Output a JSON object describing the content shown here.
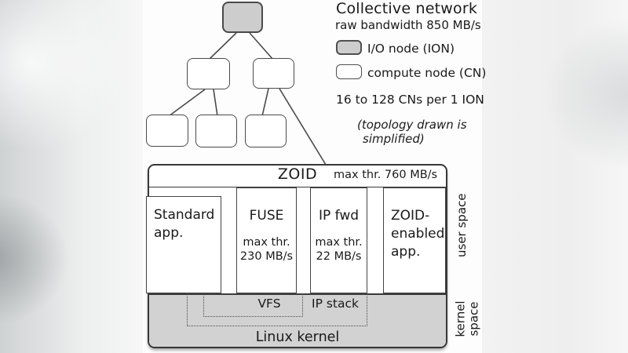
{
  "title_block": {
    "title": "Collective network",
    "subtitle": "raw bandwidth 850 MB/s"
  },
  "legend": {
    "ion_label": "I/O node (ION)",
    "cn_label": "compute node (CN)",
    "ratio_note": "16 to 128 CNs per 1 ION",
    "topology_note_line1": "(topology drawn is",
    "topology_note_line2": "simplified)"
  },
  "stack": {
    "zoid_label": "ZOID",
    "zoid_throughput": "max thr. 760 MB/s",
    "boxes": [
      {
        "name": "standard-app",
        "lines": [
          "Standard",
          "app."
        ],
        "sub": []
      },
      {
        "name": "fuse",
        "lines": [
          "FUSE"
        ],
        "sub": [
          "max thr.",
          "230 MB/s"
        ]
      },
      {
        "name": "ip-forward",
        "lines": [
          "IP fwd"
        ],
        "sub": [
          "max thr.",
          "22 MB/s"
        ]
      },
      {
        "name": "zoid-enabled-app",
        "lines": [
          "ZOID-",
          "enabled",
          "app."
        ],
        "sub": []
      }
    ],
    "kernel": {
      "vfs": "VFS",
      "ip_stack": "IP stack",
      "linux_kernel": "Linux kernel"
    },
    "side_labels": {
      "user": "user space",
      "kernel": "kernel space"
    }
  },
  "colors": {
    "ion_fill": "#cdcdcd",
    "kernel_band_fill": "#d2d2d2",
    "border": "#383838",
    "text": "#1a1a1a"
  }
}
